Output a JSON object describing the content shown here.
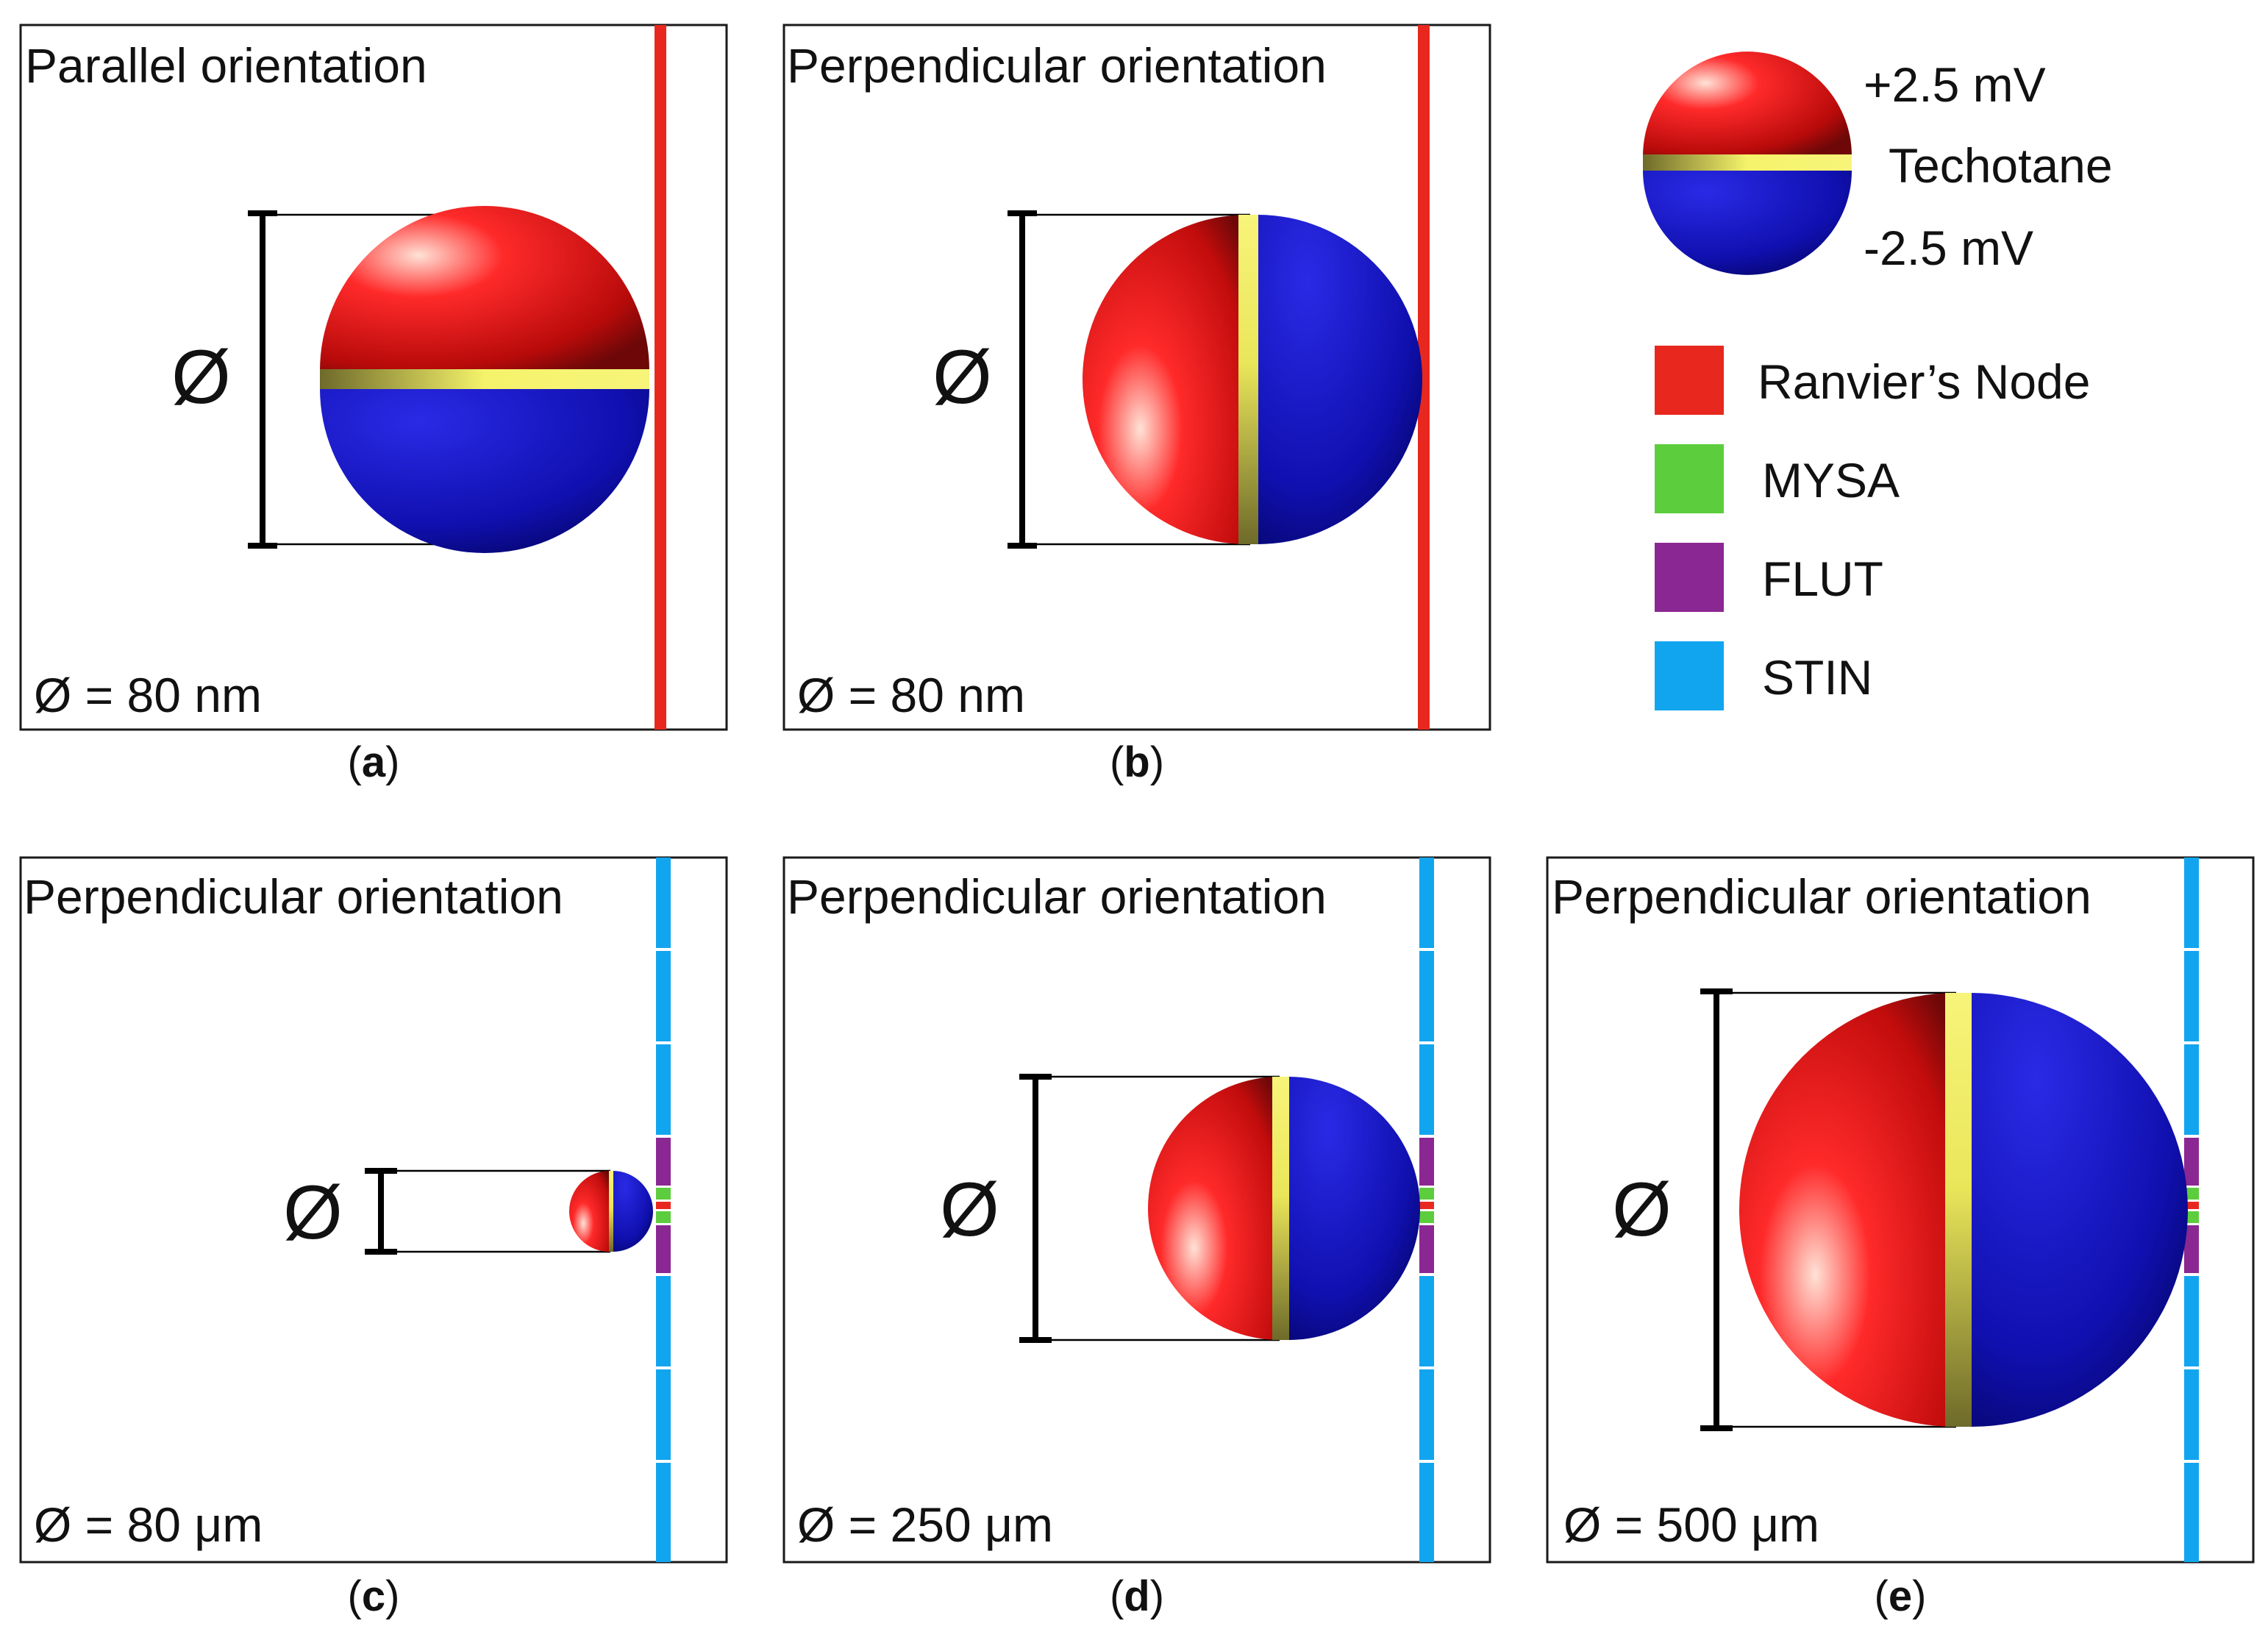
{
  "panels": [
    {
      "id": "a",
      "label_letter": "a",
      "title": "Parallel orientation",
      "diameter_symbol": "Ø",
      "diameter_label": "Ø = 80 nm",
      "orientation": "parallel",
      "nerve": "node"
    },
    {
      "id": "b",
      "label_letter": "b",
      "title": "Perpendicular orientation",
      "diameter_symbol": "Ø",
      "diameter_label": "Ø = 80 nm",
      "orientation": "perpendicular",
      "nerve": "node"
    },
    {
      "id": "c",
      "label_letter": "c",
      "title": "Perpendicular orientation",
      "diameter_symbol": "Ø",
      "diameter_label": "Ø = 80 μm",
      "orientation": "perpendicular",
      "nerve": "segments"
    },
    {
      "id": "d",
      "label_letter": "d",
      "title": "Perpendicular orientation",
      "diameter_symbol": "Ø",
      "diameter_label": "Ø = 250 μm",
      "orientation": "perpendicular",
      "nerve": "segments"
    },
    {
      "id": "e",
      "label_letter": "e",
      "title": "Perpendicular orientation",
      "diameter_symbol": "Ø",
      "diameter_label": "Ø = 500 μm",
      "orientation": "perpendicular",
      "nerve": "segments"
    }
  ],
  "legend": {
    "particle": {
      "positive": "+2.5 mV",
      "middle": "Techotane",
      "negative": "-2.5 mV"
    },
    "items": [
      {
        "label": "Ranvier’s Node",
        "color": "#e8281e"
      },
      {
        "label": "MYSA",
        "color": "#5ccd3d"
      },
      {
        "label": "FLUT",
        "color": "#8b2792"
      },
      {
        "label": "STIN",
        "color": "#12a5ef"
      }
    ]
  },
  "colors": {
    "positive_hemisphere": "#ff1a1a",
    "negative_hemisphere": "#1a1acc",
    "equator_band": "#f0ee5a",
    "node_line": "#e8281e",
    "stin": "#12a5ef",
    "mysa": "#5ccd3d",
    "flut": "#8b2792"
  }
}
